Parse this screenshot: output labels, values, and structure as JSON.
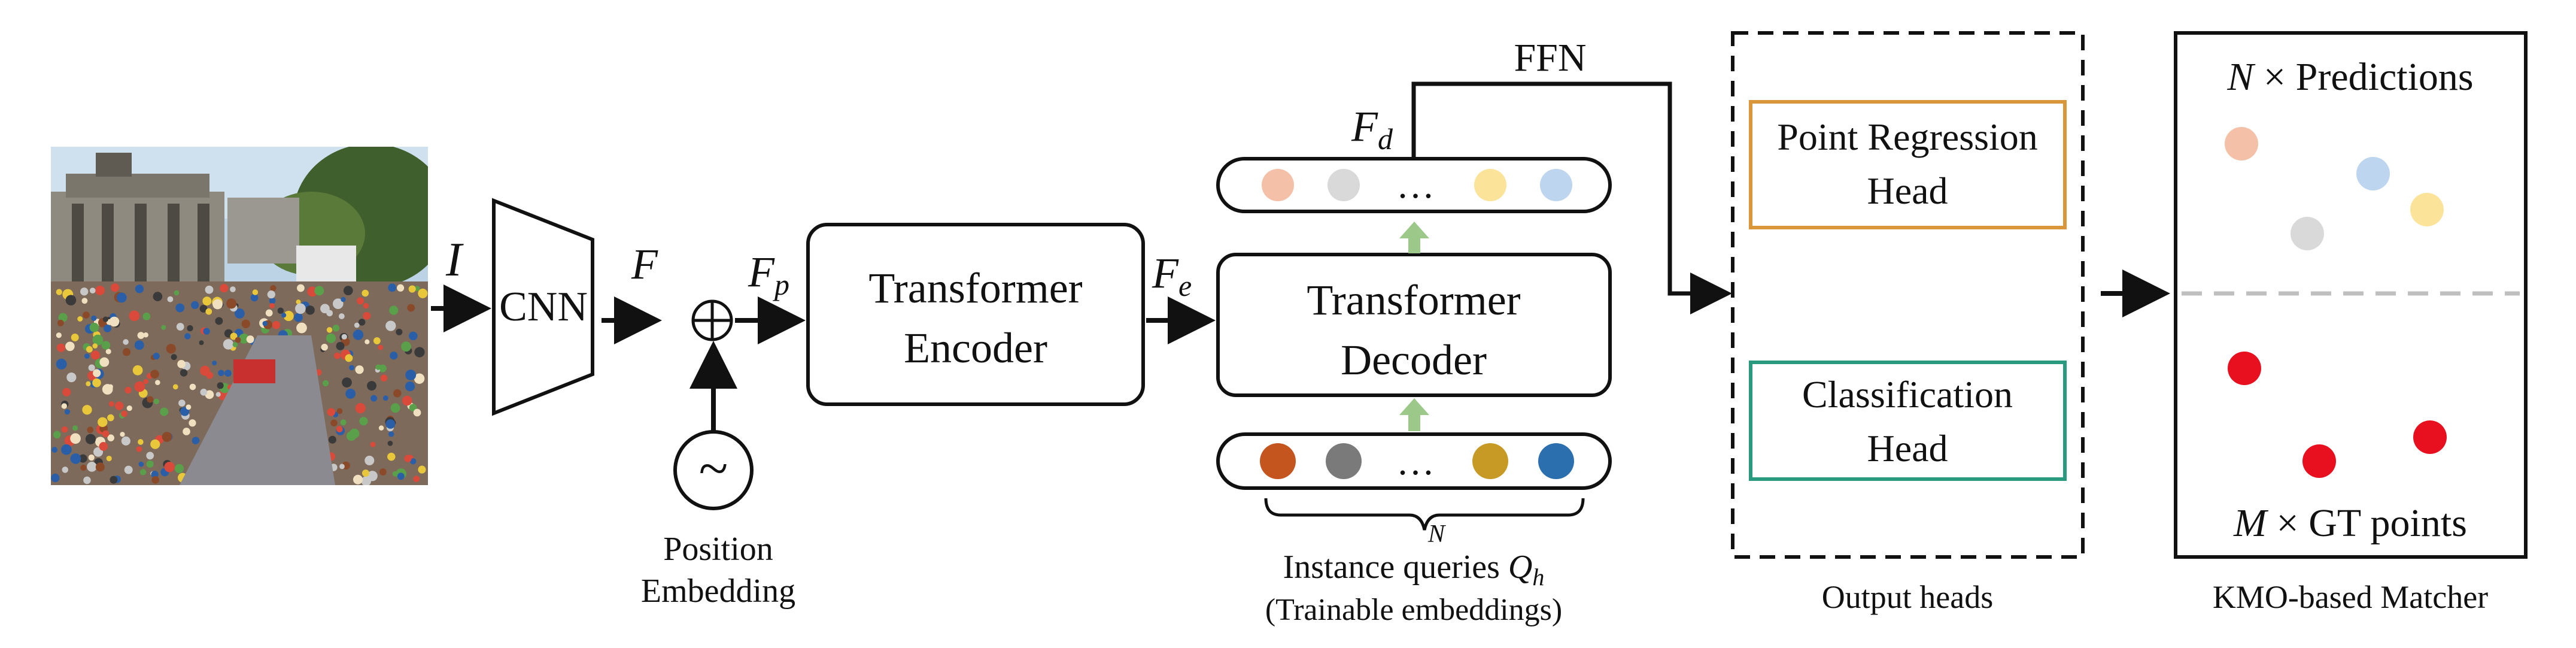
{
  "input": {
    "label_var": "I",
    "photo_desc_icon": "crowd-photo-icon"
  },
  "cnn": {
    "label": "CNN",
    "out_var": "F"
  },
  "position_embedding": {
    "line1": "Position",
    "line2": "Embedding",
    "symbol": "~",
    "plus_symbol": "⊕",
    "out_var": "F",
    "out_sub": "p"
  },
  "encoder": {
    "line1": "Transformer",
    "line2": "Encoder",
    "out_var": "F",
    "out_sub": "e"
  },
  "decoder": {
    "line1": "Transformer",
    "line2": "Decoder",
    "out_var": "F",
    "out_sub": "d"
  },
  "ffn": {
    "label": "FFN"
  },
  "output_embeddings": {
    "dots": [
      "#f4c0a8",
      "#d9d9d9",
      "#fbe39a",
      "#bdd5ef"
    ],
    "ellipsis": "…"
  },
  "instance_queries": {
    "dots": [
      "#c4551f",
      "#7a7a7a",
      "#c79a25",
      "#2b6fae"
    ],
    "ellipsis": "…",
    "brace_label": "N",
    "label": "Instance queries",
    "label_var": "Q",
    "label_sub": "h",
    "sublabel": "(Trainable embeddings)"
  },
  "heads": {
    "regression": {
      "line1": "Point Regression",
      "line2": "Head",
      "color": "#d9963a"
    },
    "classification": {
      "line1": "Classification",
      "line2": "Head",
      "color": "#2a9a7e"
    },
    "caption": "Output heads"
  },
  "matcher": {
    "top_label_var": "N",
    "top_label_text": "× Predictions",
    "bottom_label_var": "M",
    "bottom_label_text": "× GT points",
    "caption": "KMO-based Matcher",
    "prediction_colors": [
      "#f4c0a8",
      "#bdd5ef",
      "#d9d9d9",
      "#fbe39a"
    ],
    "gt_color": "#e8101f"
  },
  "colors": {
    "stroke": "#111111",
    "up_arrow": "#9cc98a",
    "dashed_divider": "#bfbfbf"
  }
}
